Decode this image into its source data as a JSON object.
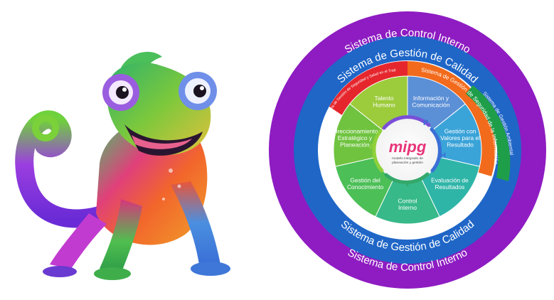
{
  "wheel": {
    "outer_ring_top": "Sistema de Control Interno",
    "outer_ring_bottom": "Sistema de Control Interno",
    "quality_ring_top": "Sistema de Gestión de Calidad",
    "quality_ring_bottom": "Sistema de Gestión de Calidad",
    "bands": {
      "sst": "Sistema de Gestión de Seguridad y Salud en el Trabajo",
      "info_security": "Sistema de Gestión de Seguridad de la Información",
      "environmental": "Sistema de Gestión Ambiental"
    },
    "segments": [
      {
        "label": [
          "Talento",
          "Humano"
        ],
        "color": "#9ccb3b"
      },
      {
        "label": [
          "Información y",
          "Comunicación"
        ],
        "color": "#5b8fd6"
      },
      {
        "label": [
          "Gestión con",
          "Valores para el",
          "Resultado"
        ],
        "color": "#3aa3d8"
      },
      {
        "label": [
          "Evaluación de",
          "Resultados"
        ],
        "color": "#2fb5a8"
      },
      {
        "label": [
          "Control",
          "Interno"
        ],
        "color": "#37b98a"
      },
      {
        "label": [
          "Gestión del",
          "Conocimiento"
        ],
        "color": "#4cbf57"
      },
      {
        "label": [
          "Direccionamiento",
          "Estratégico y",
          "Planeación"
        ],
        "color": "#6fc33f"
      }
    ],
    "center": {
      "logo": "mipg",
      "subtitle_line1": "modelo integrado de",
      "subtitle_line2": "planeación y gestión",
      "phva": [
        "P",
        "H",
        "V",
        "A"
      ]
    },
    "colors": {
      "control_ring": "#8e1cc2",
      "quality_ring": "#1f66c7",
      "sst_band": "#e6262d",
      "info_band": "#f26a1b",
      "env_band": "#1f9e4a"
    }
  },
  "mascot": {
    "icon": "rainbow-chameleon-icon"
  }
}
